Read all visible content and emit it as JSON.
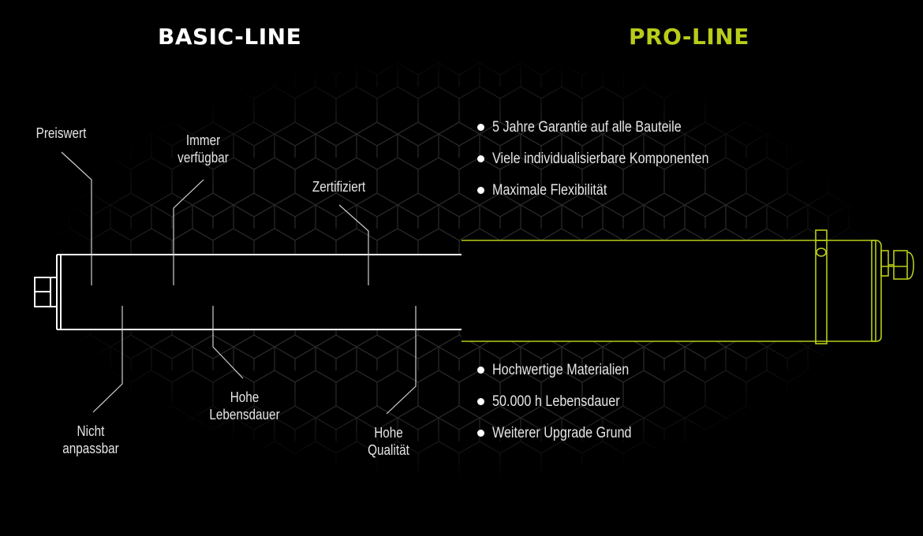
{
  "titles": {
    "basic": "BASIC-LINE",
    "pro": "PRO-LINE"
  },
  "colors": {
    "basic": "#ffffff",
    "pro": "#b8cc1a",
    "hex": "#2b2b2b"
  },
  "basic_callouts": {
    "preiswert": "Preiswert",
    "verfuegbar": [
      "Immer",
      "verfügbar"
    ],
    "zertifiziert": "Zertifiziert",
    "anpassbar": [
      "Nicht",
      "anpassbar"
    ],
    "lebensdauer": [
      "Hohe",
      "Lebensdauer"
    ],
    "qualitaet": [
      "Hohe",
      "Qualität"
    ]
  },
  "pro_features_top": [
    "5 Jahre Garantie auf alle Bauteile",
    "Viele individualisierbare Komponenten",
    "Maximale Flexibilität"
  ],
  "pro_features_bottom": [
    "Hochwertige Materialien",
    "50.000 h Lebensdauer",
    "Weiterer Upgrade Grund"
  ]
}
